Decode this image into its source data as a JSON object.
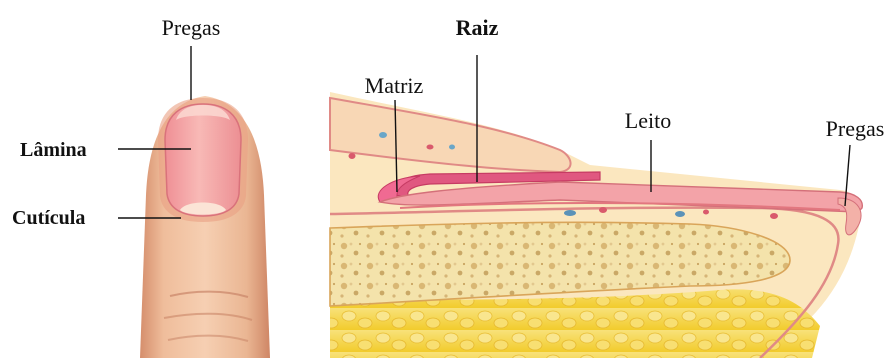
{
  "labels": {
    "front_top": "Pregas",
    "lamina": "Lâmina",
    "cuticula": "Cutícula",
    "raiz": "Raiz",
    "matriz": "Matriz",
    "leito": "Leito",
    "side_tip": "Pregas"
  },
  "colors": {
    "skin": "#f1c2a1",
    "skin_shadow": "#d89674",
    "nail_plate": "#f4a8a8",
    "nail_edge": "#e27a80",
    "fat_yellow": "#f6d54a",
    "tissue_cream": "#fbe6bd",
    "bone": "#f3e1a6",
    "root_pink": "#dc4f7a",
    "leader_line": "#111111"
  }
}
